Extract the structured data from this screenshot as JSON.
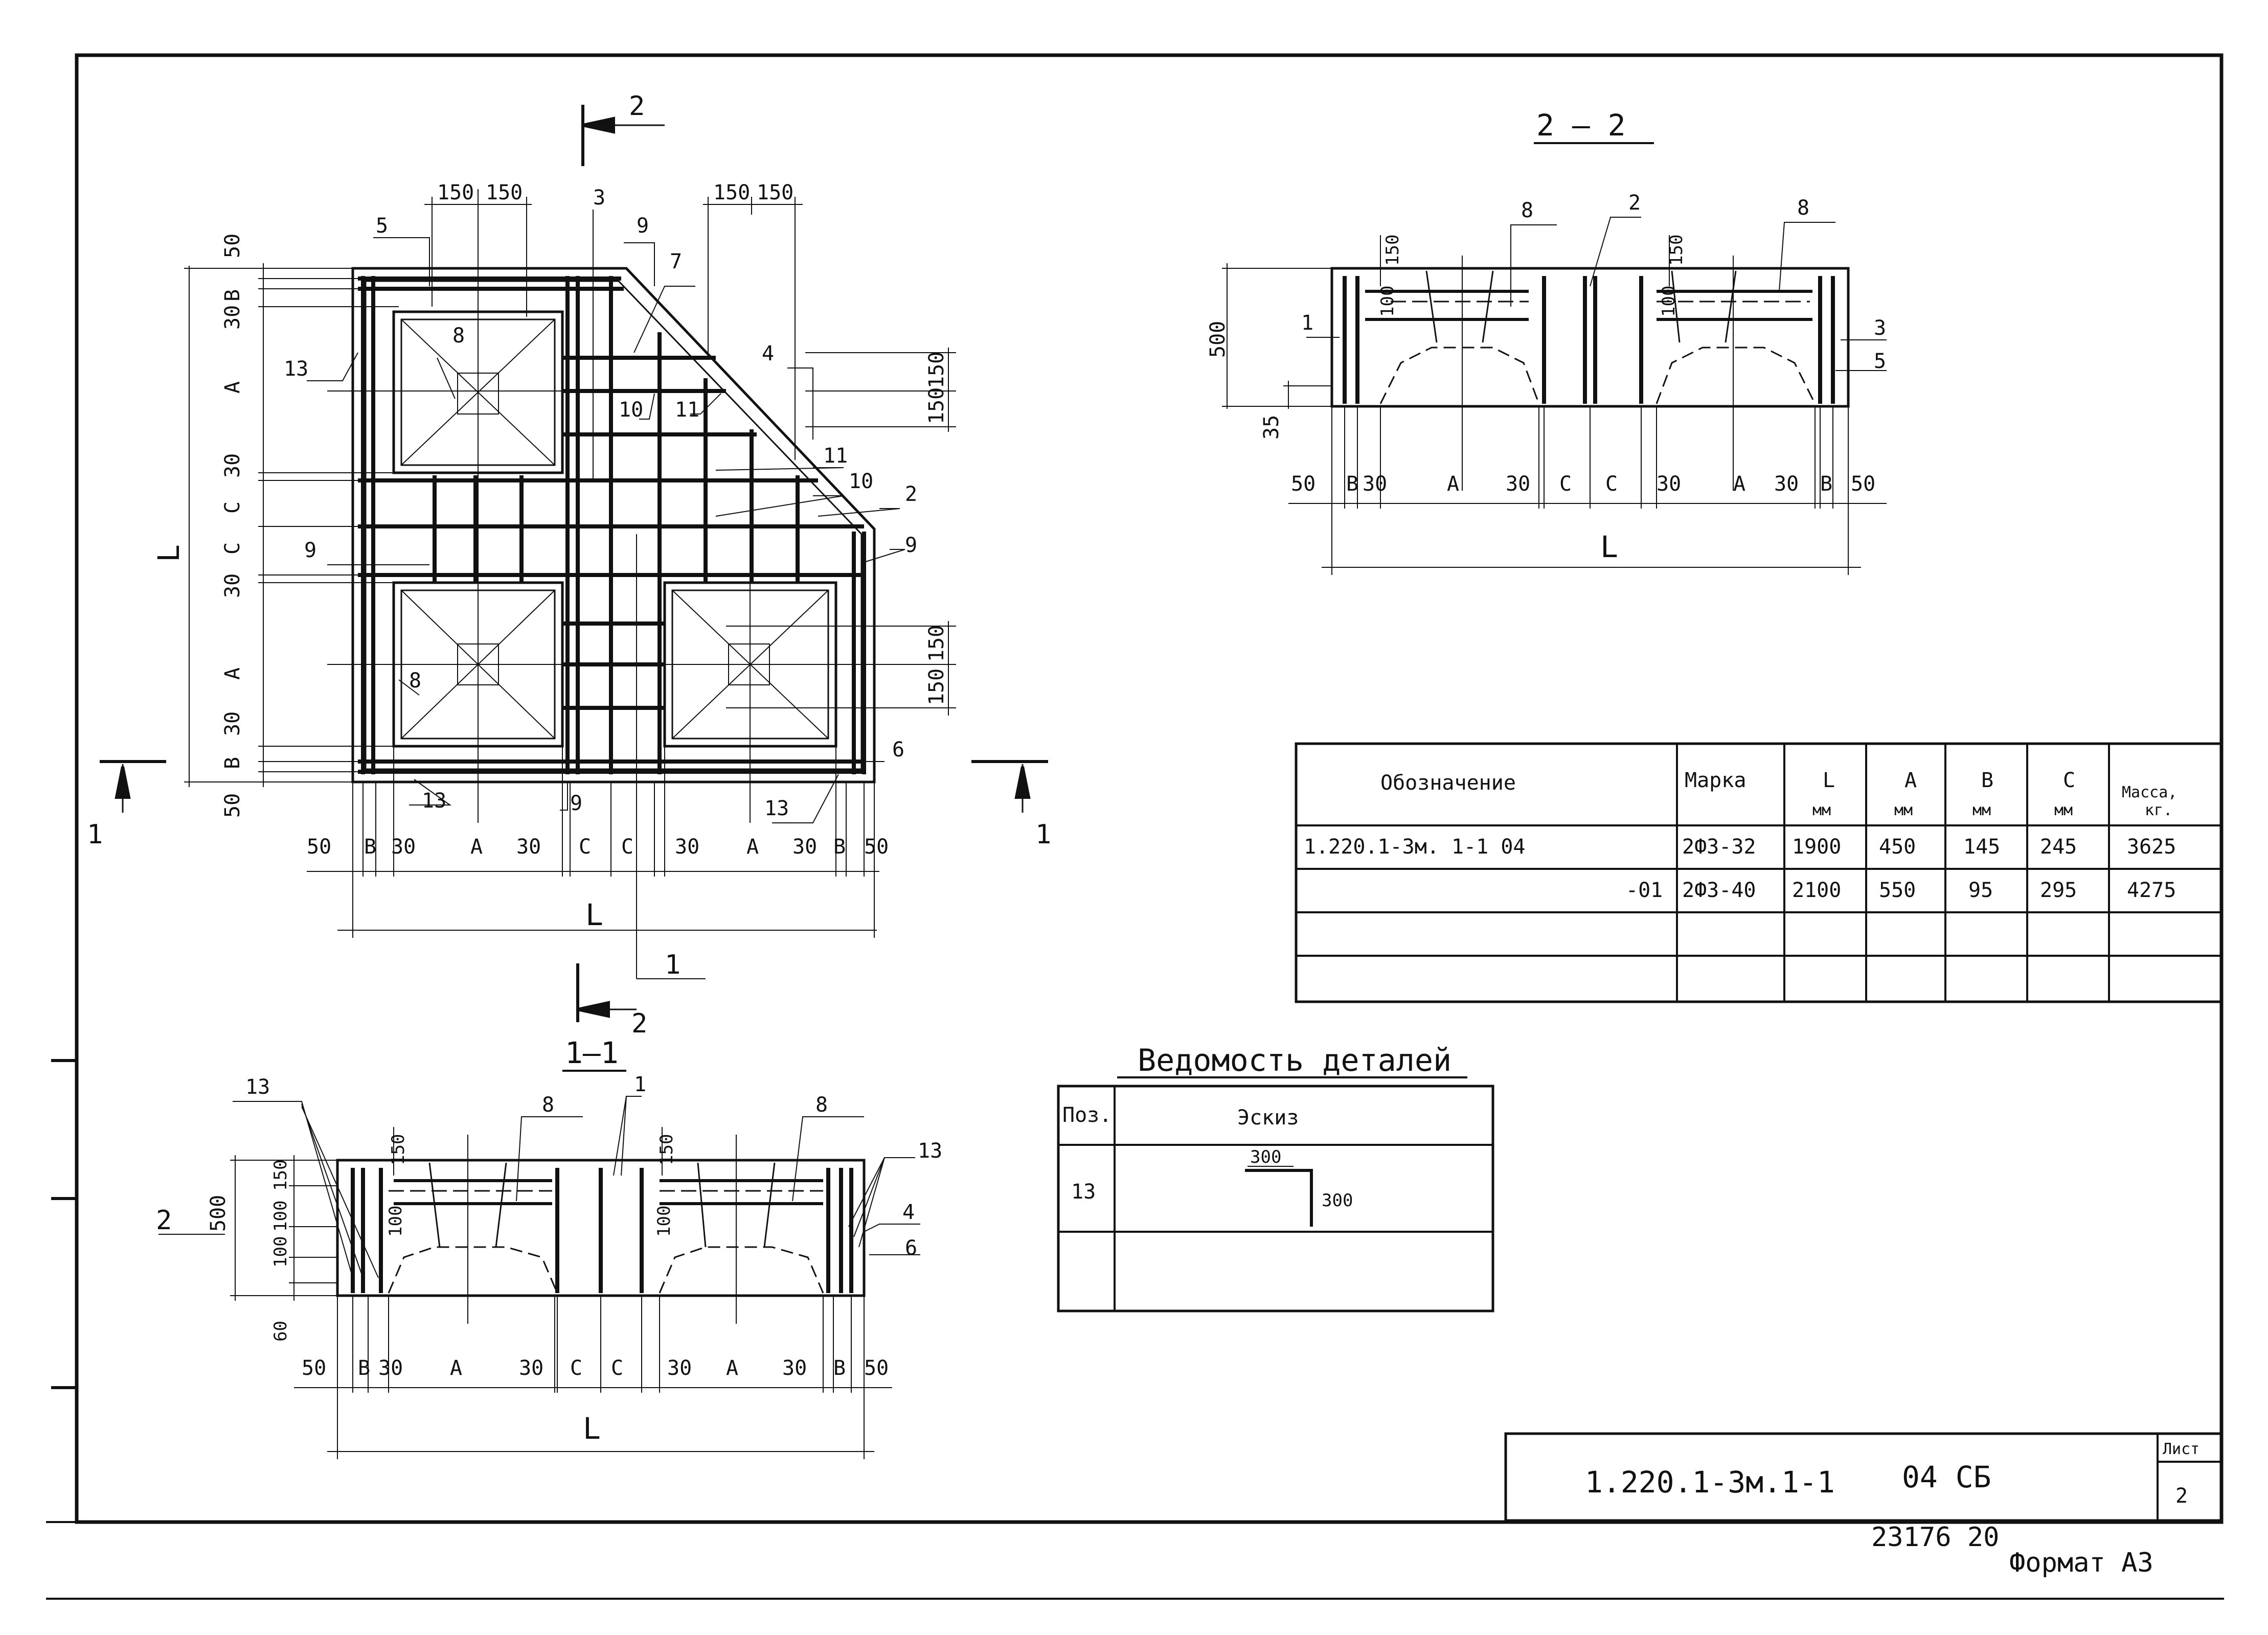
{
  "plan": {
    "top_dims": [
      "150",
      "150",
      "150",
      "150"
    ],
    "left_dims": [
      "50",
      "30",
      "B",
      "A",
      "30",
      "C",
      "C",
      "30",
      "A",
      "B",
      "30",
      "50"
    ],
    "left_overall": "L",
    "bottom_dims": [
      "50",
      "B",
      "30",
      "A",
      "30",
      "C",
      "C",
      "30",
      "A",
      "30",
      "B",
      "50"
    ],
    "bottom_overall": "L",
    "right_dims": [
      "150",
      "150",
      "150",
      "150"
    ],
    "callouts": [
      "5",
      "3",
      "9",
      "7",
      "4",
      "11",
      "10",
      "2",
      "9",
      "13",
      "8",
      "10",
      "11",
      "9",
      "8",
      "6",
      "13",
      "9",
      "13",
      "1"
    ],
    "section_mark_1": "1",
    "section_mark_2": "2"
  },
  "section_22": {
    "title": "2 — 2",
    "height_dims": [
      "500",
      "35",
      "150",
      "100",
      "150",
      "100"
    ],
    "callouts": [
      "8",
      "2",
      "8",
      "1",
      "3",
      "5"
    ],
    "bottom_dims": [
      "50",
      "B",
      "30",
      "A",
      "30",
      "C",
      "C",
      "30",
      "A",
      "30",
      "B",
      "50"
    ],
    "overall": "L"
  },
  "section_11": {
    "title": "1—1",
    "title_mark": "2",
    "height_dims": [
      "500",
      "60",
      "150",
      "100",
      "100",
      "150",
      "100"
    ],
    "callouts": [
      "13",
      "8",
      "1",
      "8",
      "13",
      "2",
      "4",
      "6"
    ],
    "bottom_dims": [
      "50",
      "B",
      "30",
      "A",
      "30",
      "C",
      "C",
      "30",
      "A",
      "30",
      "B",
      "50"
    ],
    "overall": "L"
  },
  "spec_table": {
    "headers": {
      "designation": "Обозначение",
      "mark": "Марка",
      "L": "L",
      "L_unit": "мм",
      "A": "A",
      "A_unit": "мм",
      "B": "B",
      "B_unit": "мм",
      "C": "C",
      "C_unit": "мм",
      "mass": "Масса,",
      "mass_unit": "кг."
    },
    "rows": [
      {
        "designation": "1.220.1-3м. 1-1    04",
        "mark": "2Ф3-32",
        "L": "1900",
        "A": "450",
        "B": "145",
        "C": "245",
        "mass": "3625"
      },
      {
        "designation": "-01",
        "mark": "2Ф3-40",
        "L": "2100",
        "A": "550",
        "B": "95",
        "C": "295",
        "mass": "4275"
      },
      {
        "designation": "",
        "mark": "",
        "L": "",
        "A": "",
        "B": "",
        "C": "",
        "mass": ""
      },
      {
        "designation": "",
        "mark": "",
        "L": "",
        "A": "",
        "B": "",
        "C": "",
        "mass": ""
      }
    ]
  },
  "details": {
    "title": "Ведомость деталей",
    "col_pos": "Поз.",
    "col_sketch": "Эскиз",
    "rows": [
      {
        "pos": "13",
        "dim_top": "300",
        "dim_side": "300"
      }
    ]
  },
  "title_block": {
    "code": "1.220.1-3м.1-1",
    "suffix": "04 СБ",
    "sheet_label": "Лист",
    "sheet_no": "2"
  },
  "footer": {
    "inventory": "23176   20",
    "format": "Формат А3"
  }
}
